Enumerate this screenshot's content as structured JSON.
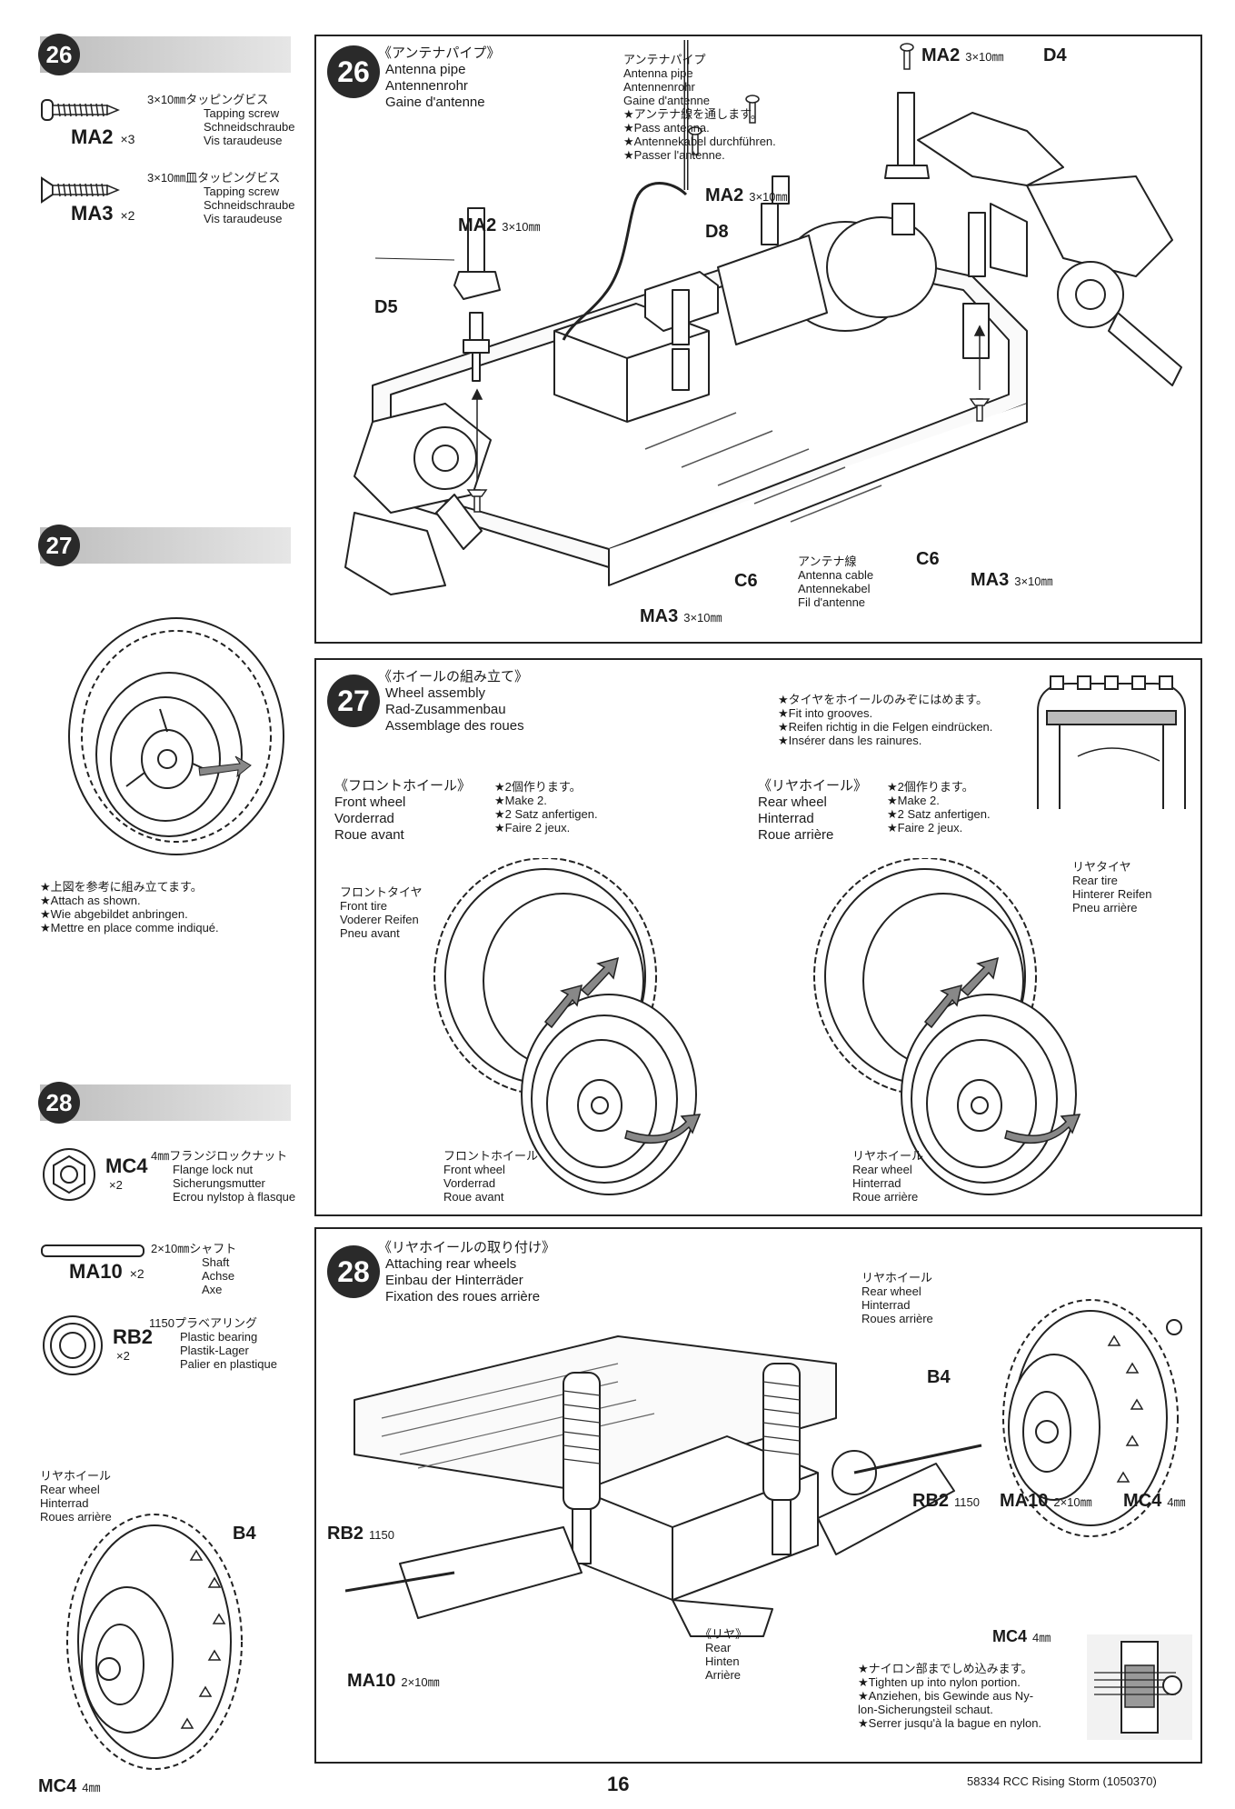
{
  "page_number": "16",
  "footer": "58334  RCC Rising Storm (1050370)",
  "side": {
    "s26": {
      "step": "26",
      "parts": [
        {
          "code": "MA2",
          "qty": "×3",
          "lines": [
            "3×10㎜タッピングビス",
            "Tapping screw",
            "Schneidschraube",
            "Vis taraudeuse"
          ]
        },
        {
          "code": "MA3",
          "qty": "×2",
          "lines": [
            "3×10㎜皿タッピングビス",
            "Tapping screw",
            "Schneidschraube",
            "Vis taraudeuse"
          ]
        }
      ]
    },
    "s27": {
      "step": "27",
      "note": [
        "★上図を参考に組み立てます。",
        "★Attach as shown.",
        "★Wie abgebildet anbringen.",
        "★Mettre en place comme indiqué."
      ]
    },
    "s28": {
      "step": "28",
      "parts": [
        {
          "code": "MC4",
          "qty": "×2",
          "lines": [
            "4㎜フランジロックナット",
            "Flange lock nut",
            "Sicherungsmutter",
            "Ecrou nylstop à flasque"
          ]
        },
        {
          "code": "MA10",
          "qty": "×2",
          "lines": [
            "2×10㎜シャフト",
            "Shaft",
            "Achse",
            "Axe"
          ]
        },
        {
          "code": "RB2",
          "qty": "×2",
          "lines": [
            "1150プラベアリング",
            "Plastic bearing",
            "Plastik-Lager",
            "Palier en plastique"
          ]
        }
      ]
    }
  },
  "panel26": {
    "step": "26",
    "title": [
      "《アンテナパイプ》",
      "Antenna pipe",
      "Antennenrohr",
      "Gaine d'antenne"
    ],
    "antenna_callout": [
      "アンテナパイプ",
      "Antenna pipe",
      "Antennenrohr",
      "Gaine d'antenne",
      "★アンテナ線を通します。",
      "★Pass antenna.",
      "★Antennekabel durchführen.",
      "★Passer l'antenne."
    ],
    "cable_callout": [
      "アンテナ線",
      "Antenna cable",
      "Antennekabel",
      "Fil d'antenne"
    ],
    "labels": {
      "ma2_top": "MA2",
      "ma2_top_size": "3×10㎜",
      "d4": "D4",
      "ma2_mid": "MA2",
      "ma2_mid_size": "3×10㎜",
      "d8": "D8",
      "ma2_left": "MA2",
      "ma2_left_size": "3×10㎜",
      "d5": "D5",
      "c6_left": "C6",
      "c6_right": "C6",
      "ma3_bottom": "MA3",
      "ma3_bottom_size": "3×10㎜",
      "ma3_right": "MA3",
      "ma3_right_size": "3×10㎜"
    }
  },
  "panel27": {
    "step": "27",
    "title": [
      "《ホイールの組み立て》",
      "Wheel assembly",
      "Rad-Zusammenbau",
      "Assemblage des roues"
    ],
    "grooves_note": [
      "★タイヤをホイールのみぞにはめます。",
      "★Fit into grooves.",
      "★Reifen richtig in die Felgen eindrücken.",
      "★Insérer dans les rainures."
    ],
    "front_heading": [
      "《フロントホイール》",
      "Front wheel",
      "Vorderrad",
      "Roue avant"
    ],
    "front_make": [
      "★2個作ります。",
      "★Make 2.",
      "★2 Satz anfertigen.",
      "★Faire 2 jeux."
    ],
    "rear_heading": [
      "《リヤホイール》",
      "Rear wheel",
      "Hinterrad",
      "Roue arrière"
    ],
    "rear_make": [
      "★2個作ります。",
      "★Make 2.",
      "★2 Satz anfertigen.",
      "★Faire 2 jeux."
    ],
    "front_tire": [
      "フロントタイヤ",
      "Front tire",
      "Voderer Reifen",
      "Pneu avant"
    ],
    "rear_tire": [
      "リヤタイヤ",
      "Rear tire",
      "Hinterer Reifen",
      "Pneu arrière"
    ],
    "front_wheel": [
      "フロントホイール",
      "Front wheel",
      "Vorderrad",
      "Roue avant"
    ],
    "rear_wheel": [
      "リヤホイール",
      "Rear wheel",
      "Hinterrad",
      "Roue arrière"
    ]
  },
  "panel28": {
    "step": "28",
    "title": [
      "《リヤホイールの取り付け》",
      "Attaching rear wheels",
      "Einbau der Hinterräder",
      "Fixation des roues arrière"
    ],
    "rear_wheel_callout": [
      "リヤホイール",
      "Rear wheel",
      "Hinterrad",
      "Roues arrière"
    ],
    "rear_wheel_left": [
      "リヤホイール",
      "Rear wheel",
      "Hinterrad",
      "Roues arrière"
    ],
    "rear_label": [
      "《リヤ》",
      "Rear",
      "Hinten",
      "Arrière"
    ],
    "nylon_note": [
      "★ナイロン部までしめ込みます。",
      "★Tighten up into nylon portion.",
      "★Anziehen, bis Gewinde aus Ny-",
      "lon-Sicherungsteil schaut.",
      "★Serrer jusqu'à la bague en nylon."
    ],
    "labels": {
      "b4_right": "B4",
      "b4_left": "B4",
      "rb2_right": "RB2",
      "rb2_right_size": "1150",
      "rb2_left": "RB2",
      "rb2_left_size": "1150",
      "ma10_right": "MA10",
      "ma10_right_size": "2×10㎜",
      "ma10_left": "MA10",
      "ma10_left_size": "2×10㎜",
      "mc4_right": "MC4",
      "mc4_right_size": "4㎜",
      "mc4_left": "MC4",
      "mc4_left_size": "4㎜",
      "mc4_detail": "MC4",
      "mc4_detail_size": "4㎜"
    }
  }
}
